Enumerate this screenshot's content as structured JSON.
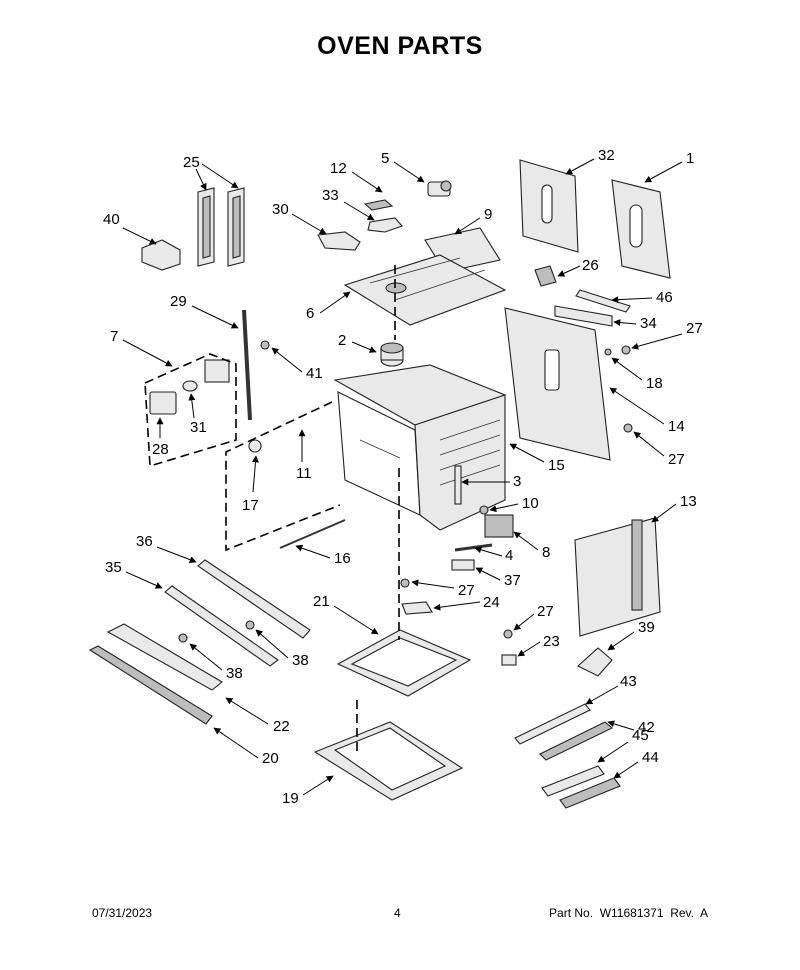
{
  "title": "OVEN PARTS",
  "footer": {
    "date": "07/31/2023",
    "page": "4",
    "part_number": "Part No.  W11681371  Rev.  A"
  },
  "callouts": [
    "1",
    "2",
    "3",
    "4",
    "5",
    "6",
    "7",
    "8",
    "9",
    "10",
    "11",
    "12",
    "13",
    "14",
    "15",
    "16",
    "17",
    "18",
    "19",
    "20",
    "21",
    "22",
    "23",
    "24",
    "25",
    "26",
    "27",
    "28",
    "29",
    "30",
    "31",
    "32",
    "33",
    "34",
    "35",
    "36",
    "37",
    "38",
    "39",
    "40",
    "41",
    "42",
    "43",
    "44",
    "45",
    "46"
  ]
}
